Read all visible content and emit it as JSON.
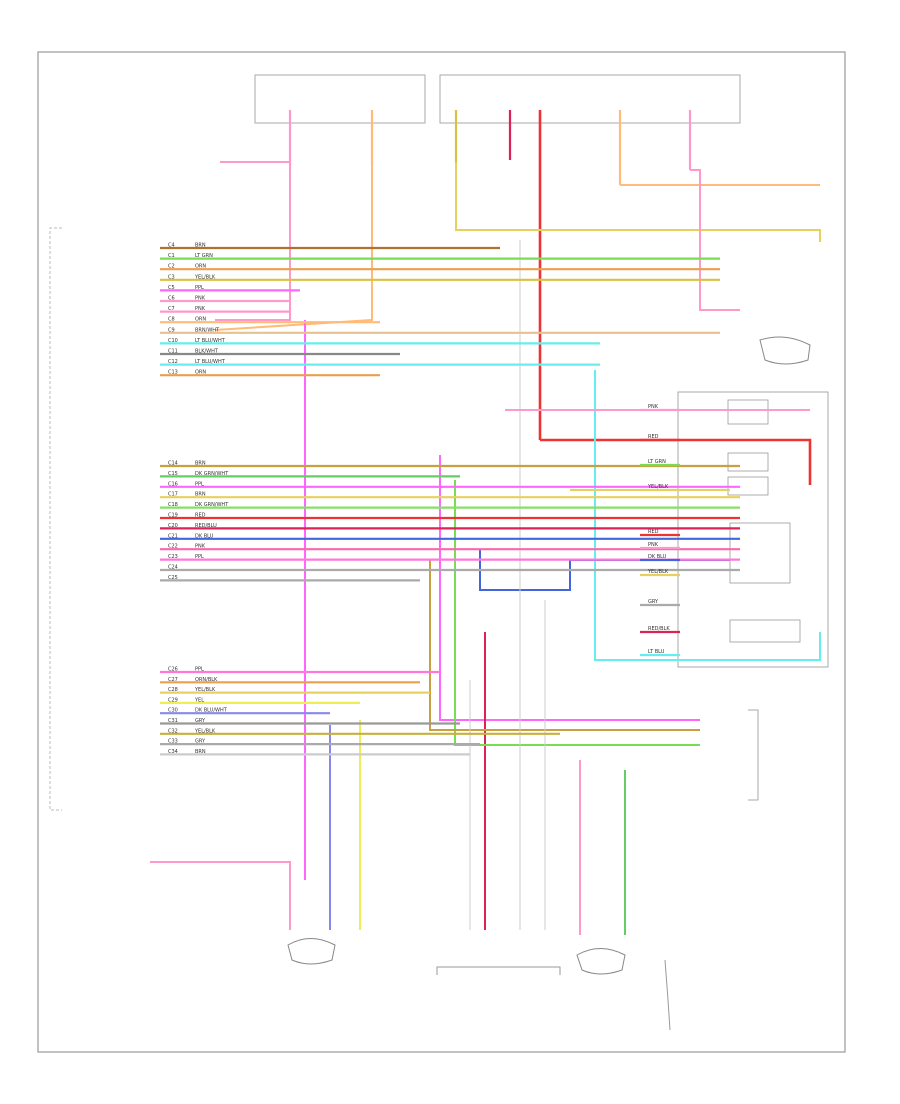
{
  "diagram": {
    "footer_code": "",
    "pcm_top_pins": [
      {
        "pin": "C4",
        "color": "BRN",
        "ckt": "",
        "name": "",
        "wire": "#b07030"
      },
      {
        "pin": "C1",
        "color": "LT GRN",
        "ckt": "",
        "name": "",
        "wire": "#77dd55"
      },
      {
        "pin": "C2",
        "color": "ORN",
        "ckt": "",
        "name": "",
        "wire": "#e8a050"
      },
      {
        "pin": "C3",
        "color": "YEL/BLK",
        "ckt": "",
        "name": "",
        "wire": "#d9c240"
      },
      {
        "pin": "C5",
        "color": "PPL",
        "ckt": "",
        "name": "",
        "wire": "#ff66ff"
      },
      {
        "pin": "C6",
        "color": "PNK",
        "ckt": "",
        "name": "",
        "wire": "#ff99cc"
      },
      {
        "pin": "C7",
        "color": "PNK",
        "ckt": "",
        "name": "",
        "wire": "#ff99cc"
      },
      {
        "pin": "C8",
        "color": "ORN",
        "ckt": "",
        "name": "",
        "wire": "#ffbb77"
      },
      {
        "pin": "C9",
        "color": "BRN/WHT",
        "ckt": "",
        "name": "",
        "wire": "#e8c090"
      },
      {
        "pin": "C10",
        "color": "LT BLU/WHT",
        "ckt": "",
        "name": "",
        "wire": "#66eeee"
      },
      {
        "pin": "C11",
        "color": "BLK/WHT",
        "ckt": "",
        "name": "",
        "wire": "#888888"
      },
      {
        "pin": "C12",
        "color": "LT BLU/WHT",
        "ckt": "",
        "name": "",
        "wire": "#66eeee"
      },
      {
        "pin": "C13",
        "color": "ORN",
        "ckt": "",
        "name": "",
        "wire": "#e8a050"
      }
    ],
    "pcm_mid_pins": [
      {
        "pin": "C14",
        "color": "BRN",
        "ckt": "",
        "name": "",
        "wire": "#c8a040"
      },
      {
        "pin": "C15",
        "color": "DK GRN/WHT",
        "ckt": "",
        "name": "",
        "wire": "#66cc66"
      },
      {
        "pin": "C16",
        "color": "PPL",
        "ckt": "",
        "name": "",
        "wire": "#ff66ff"
      },
      {
        "pin": "C17",
        "color": "BRN",
        "ckt": "",
        "name": "",
        "wire": "#e8d060"
      },
      {
        "pin": "C18",
        "color": "DK GRN/WHT",
        "ckt": "",
        "name": "",
        "wire": "#88dd66"
      },
      {
        "pin": "C19",
        "color": "RED",
        "ckt": "",
        "name": "",
        "wire": "#ee3333"
      },
      {
        "pin": "C20",
        "color": "RED/BLU",
        "ckt": "",
        "name": "",
        "wire": "#dd2255"
      },
      {
        "pin": "C21",
        "color": "DK BLU",
        "ckt": "",
        "name": "",
        "wire": "#4466dd"
      },
      {
        "pin": "C22",
        "color": "PNK",
        "ckt": "",
        "name": "",
        "wire": "#ff66aa"
      },
      {
        "pin": "C23",
        "color": "PPL",
        "ckt": "",
        "name": "",
        "wire": "#ff77dd"
      },
      {
        "pin": "C24",
        "color": "",
        "ckt": "",
        "name": "",
        "wire": "#aaaaaa"
      },
      {
        "pin": "C25",
        "color": "",
        "ckt": "",
        "name": "",
        "wire": "#aaaaaa"
      }
    ],
    "pcm_low_pins": [
      {
        "pin": "C26",
        "color": "PPL",
        "ckt": "",
        "name": "",
        "wire": "#ff77dd"
      },
      {
        "pin": "C27",
        "color": "ORN/BLK",
        "ckt": "",
        "name": "",
        "wire": "#e8a050"
      },
      {
        "pin": "C28",
        "color": "YEL/BLK",
        "ckt": "",
        "name": "",
        "wire": "#e8d060"
      },
      {
        "pin": "C29",
        "color": "YEL",
        "ckt": "",
        "name": "",
        "wire": "#eeee55"
      },
      {
        "pin": "C30",
        "color": "DK BLU/WHT",
        "ckt": "",
        "name": "",
        "wire": "#8888ee"
      },
      {
        "pin": "C31",
        "color": "GRY",
        "ckt": "",
        "name": "",
        "wire": "#999999"
      },
      {
        "pin": "C32",
        "color": "YEL/BLK",
        "ckt": "",
        "name": "",
        "wire": "#c8b040"
      },
      {
        "pin": "C33",
        "color": "GRY",
        "ckt": "",
        "name": "",
        "wire": "#aaaaaa"
      },
      {
        "pin": "C34",
        "color": "BRN",
        "ckt": "",
        "name": "",
        "wire": "#cccccc"
      }
    ],
    "pcm_footer": "",
    "atc_title": "",
    "atc_pins": [
      {
        "color": "PNK",
        "wire": "#ff99cc"
      },
      {
        "color": "RED",
        "wire": "#ee3333"
      },
      {
        "color": "LT GRN",
        "wire": "#77dd55"
      },
      {
        "color": "YEL/BLK",
        "wire": "#e8d060"
      },
      {
        "color": "RED",
        "wire": "#ee3333"
      },
      {
        "color": "PNK",
        "wire": "#ff99cc"
      },
      {
        "color": "DK BLU",
        "wire": "#4466dd"
      },
      {
        "color": "YEL/BLK",
        "wire": "#e8d060"
      },
      {
        "color": "GRY",
        "wire": "#aaaaaa"
      },
      {
        "color": "RED/BLK",
        "wire": "#dd2255"
      },
      {
        "color": "LT BLU",
        "wire": "#66eeee"
      }
    ],
    "atc_boxes": [
      "",
      "",
      "",
      "",
      ""
    ],
    "dlc_pins": [
      "",
      "",
      "",
      "",
      "",
      "",
      ""
    ],
    "dlc_title": "",
    "top_components": [
      "",
      "",
      "",
      "",
      ""
    ],
    "bottom_components": [
      "",
      "",
      "",
      "",
      "",
      ""
    ],
    "side_components": [
      "",
      "",
      "",
      ""
    ]
  }
}
